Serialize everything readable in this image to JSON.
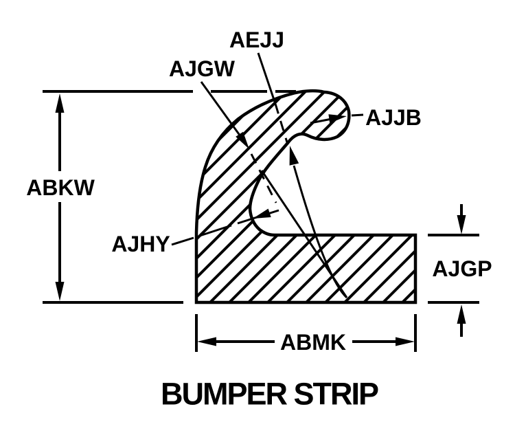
{
  "title": "BUMPER STRIP",
  "colors": {
    "ink": "#000000",
    "background": "#ffffff"
  },
  "callouts": {
    "abkw": "ABKW",
    "ajgw": "AJGW",
    "aejj": "AEJJ",
    "ajjb": "AJJB",
    "ajhy": "AJHY",
    "ajgp": "AJGP",
    "abmk": "ABMK"
  }
}
